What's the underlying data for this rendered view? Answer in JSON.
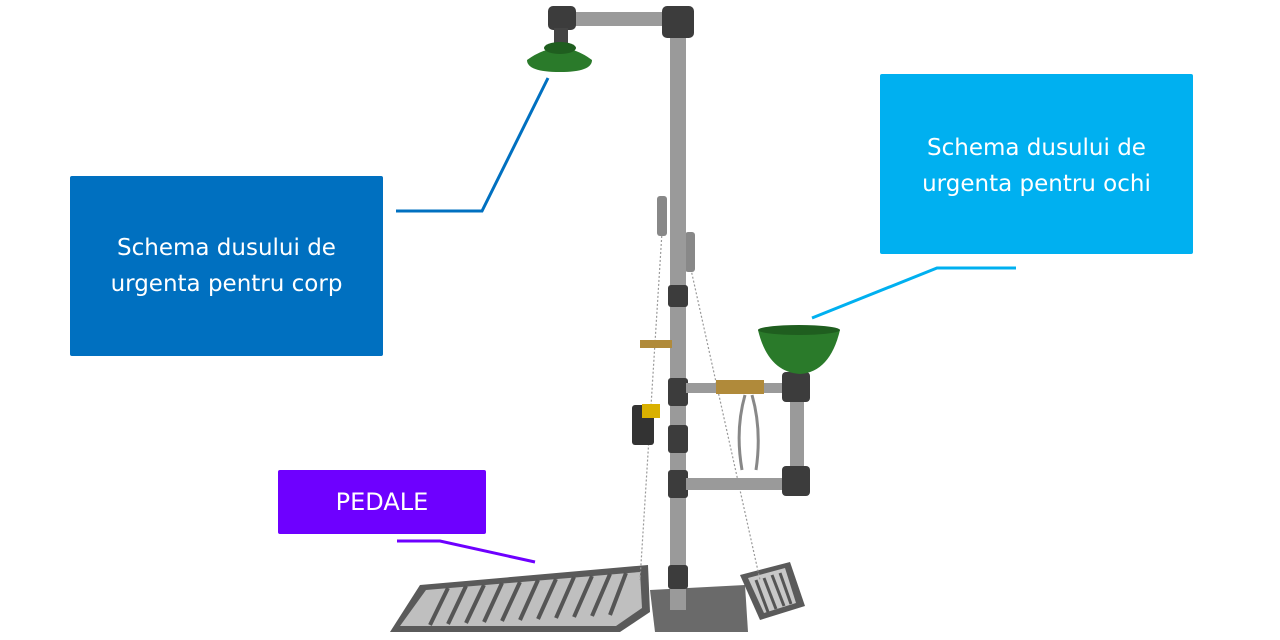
{
  "labels": {
    "body_shower": {
      "line1": "Schema dusului de",
      "line2": "urgenta pentru corp",
      "color": "#0070c0"
    },
    "eye_shower": {
      "line1": "Schema dusului de",
      "line2": "urgenta pentru ochi",
      "color": "#00b0f0"
    },
    "pedals": {
      "text": "PEDALE",
      "color": "#6e00ff"
    }
  }
}
